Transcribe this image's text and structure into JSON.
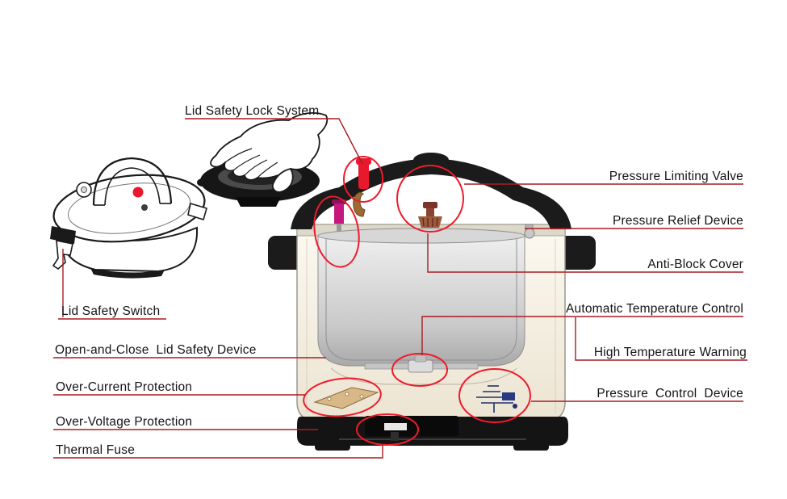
{
  "colors": {
    "callout": "#ee1b2b",
    "leader": "#a81c22",
    "accent_red": "#e8192c",
    "magenta": "#c6177f"
  },
  "labels": {
    "lid_safety_lock_system": "Lid Safety Lock System",
    "pressure_limiting_valve": "Pressure Limiting Valve",
    "pressure_relief_device": "Pressure Relief Device",
    "anti_block_cover": "Anti-Block Cover",
    "automatic_temperature_control": "Automatic Temperature Control",
    "high_temperature_warning": "High Temperature Warning",
    "pressure_control_device": "Pressure  Control  Device",
    "lid_safety_switch": "Lid Safety Switch",
    "open_and_close_lid_safety_device": "Open-and-Close  Lid Safety Device",
    "over_current_protection": "Over-Current Protection",
    "over_voltage_protection": "Over-Voltage Protection",
    "thermal_fuse": "Thermal Fuse"
  }
}
